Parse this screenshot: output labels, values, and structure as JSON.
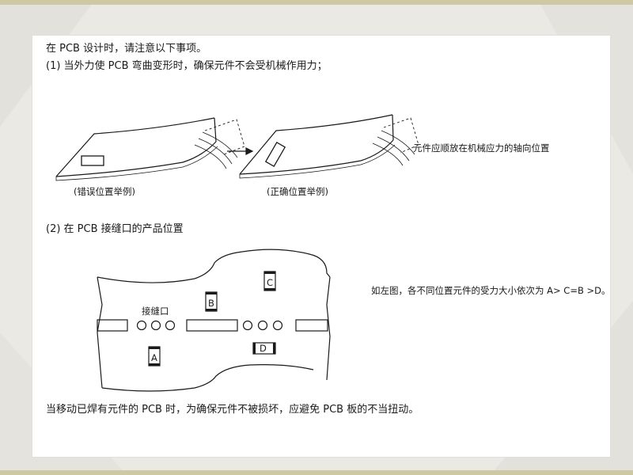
{
  "slide": {
    "line1": "在 PCB 设计时，请注意以下事项。",
    "line2": "(1)  当外力使 PCB 弯曲变形时，确保元件不会受机械作用力；",
    "wrong_caption": "(错误位置举例)",
    "right_caption": "(正确位置举例)",
    "side_note_1": "元件应顺放在机械应力的轴向位置",
    "line3": "(2)  在 PCB 接缝口的产品位置",
    "seam_label": "接缝口",
    "labels": {
      "a": "A",
      "b": "B",
      "c": "C",
      "d": "D"
    },
    "side_note_2": "如左图，各不同位置元件的受力大小依次为 A> C=B >D。",
    "line4": "当移动已焊有元件的 PCB 时，为确保元件不被损坏，应避免 PCB 板的不当扭动。"
  },
  "colors": {
    "frame_bar": "#cfc8a4",
    "background": "#eae9e4",
    "ink": "#1a1a1a"
  }
}
